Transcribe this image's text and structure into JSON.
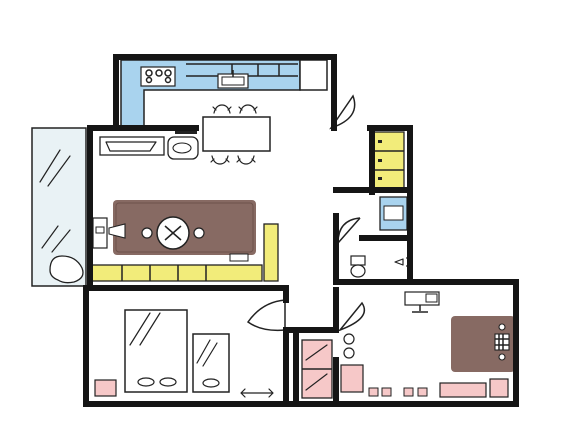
{
  "plan": {
    "colors": {
      "wall": "#151515",
      "counter_blue": "#a9d3ee",
      "cabinet_yellow": "#f2ec7a",
      "pink": "#f6c8c8",
      "rug_brown": "#7a5a52",
      "window_glass": "#e9f2f5"
    },
    "rooms": [
      "kitchen",
      "living-room",
      "balcony",
      "bathroom",
      "bedroom-left",
      "bedroom-right"
    ],
    "icons": [
      "stove-icon",
      "sink-icon",
      "dining-table-icon",
      "chair-icon",
      "sofa-icon",
      "coffee-table-icon",
      "lamp-icon",
      "rug-icon",
      "tv-icon",
      "toilet-icon",
      "shower-icon",
      "washbasin-icon",
      "double-bed-icon",
      "single-bed-icon",
      "wardrobe-icon",
      "monitor-icon",
      "desk-chair-icon",
      "bench-icon",
      "door-swing-icon",
      "beanbag-icon"
    ]
  }
}
